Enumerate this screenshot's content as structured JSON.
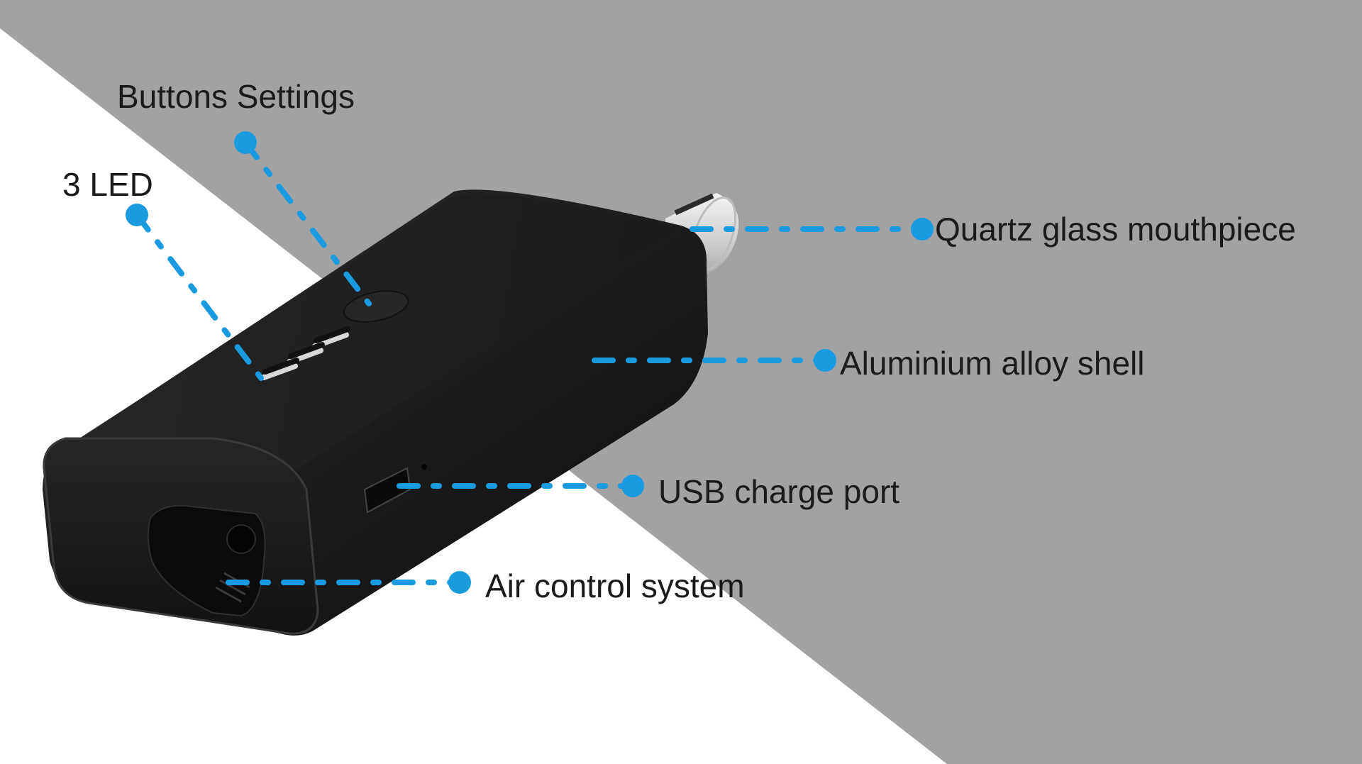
{
  "colors": {
    "background_light": "#ffffff",
    "background_band": "#a2a2a2",
    "device_body": "#1c1c1c",
    "callout_accent": "#1a9be0",
    "label_text": "#1a1a1a"
  },
  "callouts": {
    "buttons_settings": "Buttons Settings",
    "led": "3 LED",
    "mouthpiece": "Quartz glass mouthpiece",
    "shell": "Aluminium alloy shell",
    "usb_port": "USB charge port",
    "air_control": "Air control system"
  }
}
